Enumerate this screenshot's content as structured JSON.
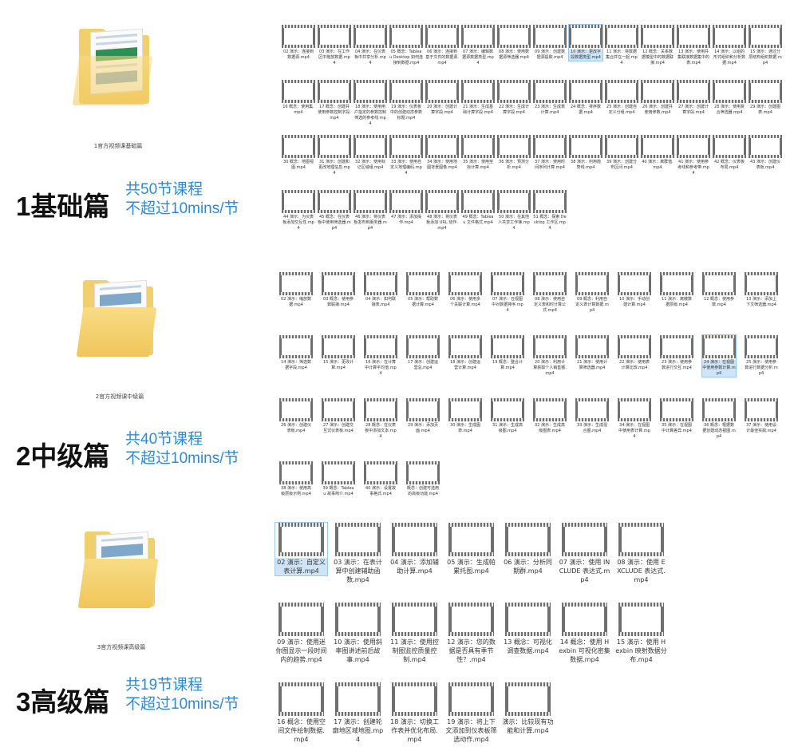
{
  "sections": [
    {
      "title": "1基础篇",
      "info1": "共50节课程",
      "info2": "不超过10mins/节",
      "folder_label": "1官方视频课基础篇"
    },
    {
      "title": "2中级篇",
      "info1": "共40节课程",
      "info2": "不超过10mins/节",
      "folder_label": "2官方视频课中级篇"
    },
    {
      "title": "3高级篇",
      "info1": "共19节课程",
      "info2": "不超过10mins/节",
      "folder_label": "3官方视频课高级篇"
    }
  ],
  "basic_files": [
    "02 演示：连接到数据源.mp4",
    "03 演示：在工作区中拖放数据.mp4",
    "04 演示：在仪表板中共享分析.mp4",
    "05 概念：Tableau Desktop 如何连接到数据.mp4",
    "06 演示：连接到基于文件的数据源.mp4",
    "07 演示：编辑数据源数据类型.mp4",
    "08 演示：使用数据源筛选器.mp4",
    "09 演示：创建数据源提取.mp4",
    "10 演示：更改字段数据类型.mp4",
    "11 演示：将数据集合并在一起.mp4",
    "12 概念：关系数据模型中的数据联接.mp4",
    "13 演示：使用并集联接数据集中的表.mp4",
    "14 演示：以组的形式组织和分析数据.mp4",
    "15 演示：通过分层结构组织数据.mp4",
    "16 概念：使用集.mp4",
    "17 概念：创建并使用参数控制字段.mp4",
    "18 演示：使用用户指定的参数控制筛选的参考线.mp4",
    "19 演示：仪表板中的创建动态参数标题.mp4",
    "20 演示：创建计算字段.mp4",
    "21 演示：生成基础计算字段.mp4",
    "22 演示：生成计算字段.mp4",
    "23 演示：生成表计算.mp4",
    "24 概念：排序数据.mp4",
    "25 演示：创建自定义分组.mp4",
    "26 演示：创建并使用参数.mp4",
    "27 演示：创建计算字段.mp4",
    "28 演示：使用复合筛选器.mp4",
    "29 演示：创建图表.mp4",
    "30 概念：地图视图.mp4",
    "31 演示：创建和更改地理信息.mp4",
    "32 演示：使用标记区域组.mp4",
    "33 演示：使用自定义地理编码.mp4",
    "34 演示：使用地图背景图像.mp4",
    "35 演示：使用坐标计算.mp4",
    "36 演示：预测分析.mp4",
    "37 演示：使用时间序列计算.mp4",
    "38 演示：利用趋势线.mp4",
    "39 演示：创建分布区间.mp4",
    "40 演示：离群值.mp4",
    "41 演示：使用参考线和参考带.mp4",
    "42 概念：仪表板布局.mp4",
    "43 演示：创建仪表板.mp4",
    "44 演示：为仪表板添加交互性.mp4",
    "45 概念：在仪表板中使用筛选器.mp4",
    "46 演示：将仪表板发布到服务器.mp4",
    "47 演示：添加操作.mp4",
    "48 演示：将仪表板添加 URL 动作.mp4",
    "49 概念：Tableau 文件格式.mp4",
    "50 演示：在其他人共享工作簿.mp4",
    "51 概念：探索 Desktop 工作区.mp4"
  ],
  "intermediate_files": [
    "02 演示：缩放数据.mp4",
    "03 概念：使用参数联接.mp4",
    "04 演示：如何联接表.mp4",
    "05 演示：帮助数据计算.mp4",
    "06 演示：使用多个关联计算.mp4",
    "07 演示：在视图中对数据排序.mp4",
    "08 演示：使用自定义表和时计算公式.mp4",
    "09 概念：利用自定义表计算数据.mp4",
    "10 演示：手动创建计算.mp4",
    "11 演示：离散数据层级.mp4",
    "12 概念：使用参数.mp4",
    "13 演示：添加上下文筛选器.mp4",
    "14 演示：筛选数据字段.mp4",
    "15 演示：更改计算.mp4",
    "16 演示：在计算中计算平均值.mp4",
    "17 演示：创建运营总.mp4",
    "18 演示：创建运营计算.mp4",
    "19 概念：整合计算.mp4",
    "20 演示：利用计算获取个人销售额.mp4",
    "21 演示：使用计算筛选器.mp4",
    "22 演示：使用表计算比较.mp4",
    "23 演示：使用参数进行交互.mp4",
    "24 演示：在视图中使用参数计算.mp4",
    "25 演示：使用参数进行数据分析.mp4",
    "26 演示：创建仪表板.mp4",
    "27 演示：创建交互式仪表板.mp4",
    "28 概念：在仪表板中添加文本.mp4",
    "29 演示：添加页面.mp4",
    "30 演示：生成图表.mp4",
    "31 演示：生成高级图.mp4",
    "32 演示：生成高级图表.mp4",
    "33 演示：生成混合图.mp4",
    "34 演示：在视图中使用表计算.mp4",
    "35 演示：在视图中计算差异.mp4",
    "36 概念：根据数据创建动态视图.mp4",
    "37 演示：使用设计最佳实践.mp4",
    "38 演示：使用高级层级示例.mp4",
    "39 概念：Tableau 故事简介.mp4",
    "40 演示：设置故事格式.mp4",
    "概念：创建可选用的高级功能.mp4"
  ],
  "advanced_files": [
    "02 演示：自定义表计算.mp4",
    "03 演示：在表计算中创建辅助函数.mp4",
    "04 演示：添加辅助计算.mp4",
    "05 演示：生成帕累托图.mp4",
    "06 演示：分析同期群.mp4",
    "07 演示：使用 INCLUDE 表达式.mp4",
    "08 演示：使用 EXCLUDE 表达式.mp4",
    "09 演示：使用迷你图显示一段时间内的趋势.mp4",
    "10 演示：使用斜率图讲述前后故事.mp4",
    "11 演示：使用控制图监控质量控制.mp4",
    "12 演示：您的数据是否具有季节性？.mp4",
    "13 概念：可视化调查数据.mp4",
    "14 概念：使用 Hexbin 可视化密集数据.mp4",
    "15 演示：使用 Hexbin 映射数据分布.mp4",
    "16 概念：使用空间文件绘制数据.mp4",
    "17 演示：创建轮廓地区域地图.mp4",
    "18 演示：切换工作表并优化布局.mp4",
    "19 演示：将上下文添加到仪表板筛选动作.mp4",
    "演示：比较现有功能和计算.mp4"
  ]
}
